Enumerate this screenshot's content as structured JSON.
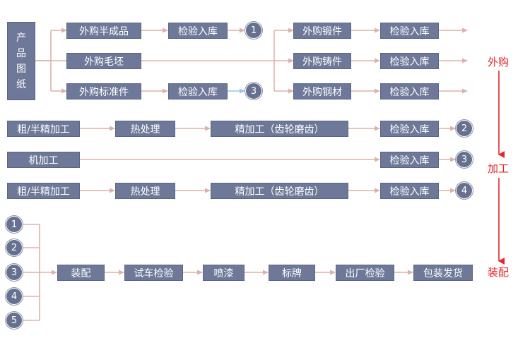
{
  "colors": {
    "box": "#6e7898",
    "line": "#dcb2ac",
    "red": "#e8262a",
    "blue_arrow": "#9dc3e6"
  },
  "side_labels": {
    "purchase": "外购",
    "machining": "加工",
    "assembly": "装配"
  },
  "boxes": {
    "product_drawing": [
      "产",
      "品",
      "图",
      "纸"
    ],
    "semi_finished": "外购半成品",
    "blank": "外购毛坯",
    "standard_parts": "外购标准件",
    "forging": "外购锻件",
    "casting": "外购铸件",
    "steel": "外购钢材",
    "inspect_store": "检验入库",
    "rough_machining": "粗/半精加工",
    "heat_treatment": "热处理",
    "finish_machining": "精加工（齿轮磨齿）",
    "machining": "机加工",
    "assemble": "装配",
    "test_run": "试车检验",
    "painting": "喷漆",
    "nameplate": "标牌",
    "factory_inspection": "出厂检验",
    "packing": "包装发货"
  },
  "circles": {
    "c1": "1",
    "c2": "2",
    "c3": "3",
    "c4": "4",
    "c5": "5"
  }
}
